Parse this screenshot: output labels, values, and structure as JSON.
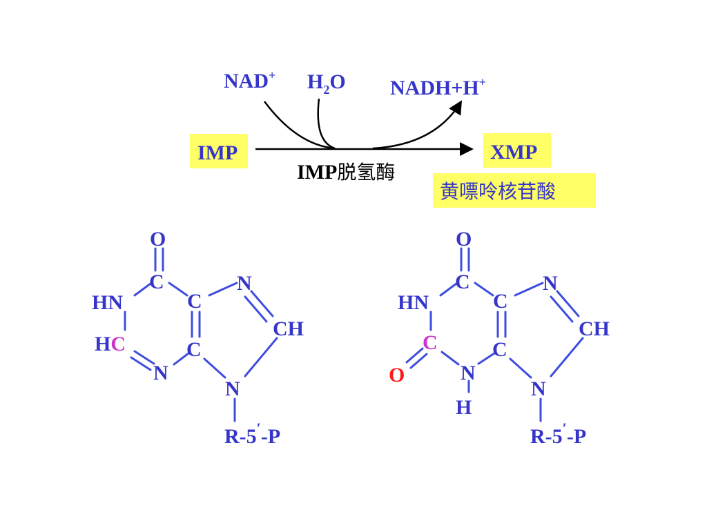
{
  "colors": {
    "bond": "#3f4dde",
    "atom_text": "#3535c9",
    "highlight_carbon": "#cc33cc",
    "oxygen_red": "#ff1a1a",
    "label_bg": "#ffff66",
    "arrow": "#000000",
    "enzyme_text": "#000000"
  },
  "reaction": {
    "substrate": "IMP",
    "product": "XMP",
    "product_name": "黄嘌呤核苷酸",
    "cofactor_in": {
      "base": "NAD",
      "sup": "+"
    },
    "water": {
      "base": "H",
      "sub": "2",
      "tail": "O"
    },
    "cofactor_out": {
      "base": "NADH+H",
      "sup": "+"
    },
    "enzyme": {
      "latin": "IMP",
      "cjk": "脱氢酶"
    }
  },
  "molecules": {
    "imp": {
      "O": "O",
      "HN": "HN",
      "C_top": "C",
      "C_mid": "C",
      "N_ring": "N",
      "CH": "CH",
      "H": "H",
      "C2": "C",
      "C_bottom": "C",
      "N_bottom": "N",
      "N9": "N",
      "R": {
        "base": "R-5",
        "prime": "′",
        "tail": "-P"
      }
    },
    "xmp": {
      "O": "O",
      "HN": "HN",
      "C_top": "C",
      "C_mid": "C",
      "N_ring": "N",
      "CH": "CH",
      "C2": "C",
      "O2": "O",
      "N3": "N",
      "H3": "H",
      "C_bottom": "C",
      "N9": "N",
      "R": {
        "base": "R-5",
        "prime": "′",
        "tail": "-P"
      }
    }
  }
}
